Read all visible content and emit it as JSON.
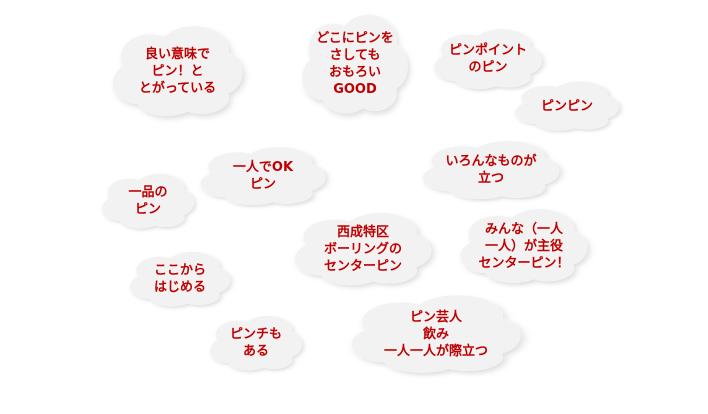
{
  "clouds": [
    {
      "id": "ii-imi",
      "text": "良い意味で\nピン！と\nとがっている"
    },
    {
      "id": "dokoni",
      "text": "どこにピンを\nさしても\nおもろい\nGOOD"
    },
    {
      "id": "pinpoint",
      "text": "ピンポイント\nのピン"
    },
    {
      "id": "pinpin",
      "text": "ピンピン"
    },
    {
      "id": "hitori-ok",
      "text": "一人でOK\nピン"
    },
    {
      "id": "iron",
      "text": "いろんなものが\n立つ"
    },
    {
      "id": "ippin",
      "text": "一品の\nピン"
    },
    {
      "id": "nishinari",
      "text": "西成特区\nボーリングの\nセンターピン"
    },
    {
      "id": "minna",
      "text": "みんな（一人\n一人）が主役\nセンターピン！"
    },
    {
      "id": "kokokara",
      "text": "ここから\nはじめる"
    },
    {
      "id": "pinchi",
      "text": "ピンチも\nある"
    },
    {
      "id": "pin-geinin",
      "text": "ピン芸人\n飲み\n一人一人が際立つ"
    }
  ]
}
